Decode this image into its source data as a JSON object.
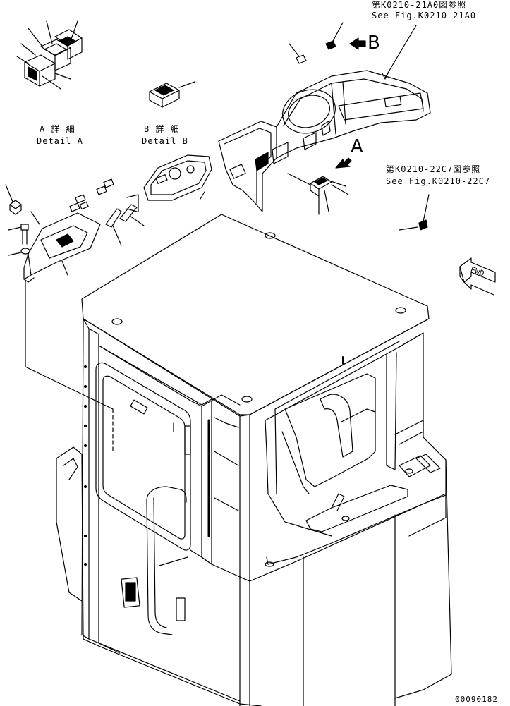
{
  "refs": {
    "top_jp": "第K0210-21A0図参照",
    "top_en": "See Fig.K0210-21A0",
    "right_jp": "第K0210-22C7図参照",
    "right_en": "See Fig.K0210-22C7"
  },
  "details": {
    "a_jp": "A 詳 細",
    "a_en": "Detail A",
    "b_jp": "B 詳 細",
    "b_en": "Detail B"
  },
  "view_letters": {
    "a": "A",
    "b": "B"
  },
  "direction": {
    "label": "FWD"
  },
  "drawing_number": "00090182"
}
